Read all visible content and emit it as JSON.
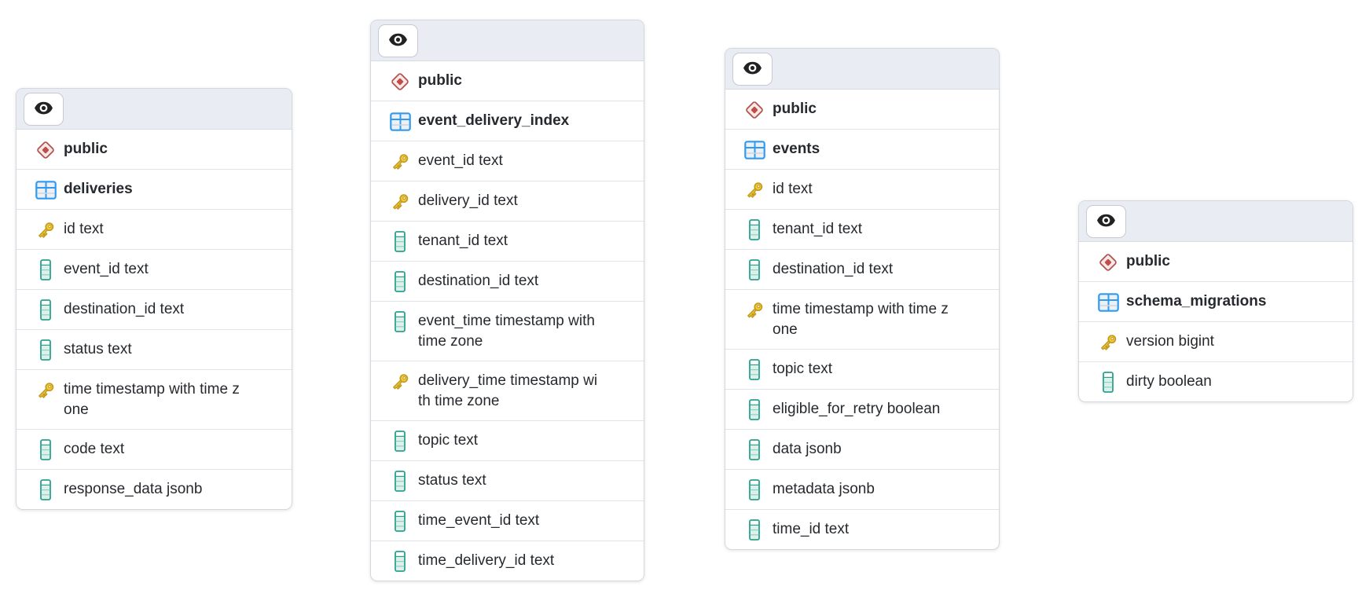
{
  "diagram": {
    "cards": [
      {
        "id": "deliveries",
        "schema_label": "public",
        "table_label": "deliveries",
        "columns": [
          {
            "icon": "key-icon",
            "label": "id text"
          },
          {
            "icon": "column-icon",
            "label": "event_id text"
          },
          {
            "icon": "column-icon",
            "label": "destination_id text"
          },
          {
            "icon": "column-icon",
            "label": "status text"
          },
          {
            "icon": "key-icon",
            "label": "time timestamp with time zone"
          },
          {
            "icon": "column-icon",
            "label": "code text"
          },
          {
            "icon": "column-icon",
            "label": "response_data jsonb"
          }
        ]
      },
      {
        "id": "event_delivery_index",
        "schema_label": "public",
        "table_label": "event_delivery_index",
        "columns": [
          {
            "icon": "key-icon",
            "label": "event_id text"
          },
          {
            "icon": "key-icon",
            "label": "delivery_id text"
          },
          {
            "icon": "column-icon",
            "label": "tenant_id text"
          },
          {
            "icon": "column-icon",
            "label": "destination_id text"
          },
          {
            "icon": "column-icon",
            "label": "event_time timestamp with time zone"
          },
          {
            "icon": "key-icon",
            "label": "delivery_time timestamp with time zone"
          },
          {
            "icon": "column-icon",
            "label": "topic text"
          },
          {
            "icon": "column-icon",
            "label": "status text"
          },
          {
            "icon": "column-icon",
            "label": "time_event_id text"
          },
          {
            "icon": "column-icon",
            "label": "time_delivery_id text"
          }
        ]
      },
      {
        "id": "events",
        "schema_label": "public",
        "table_label": "events",
        "columns": [
          {
            "icon": "key-icon",
            "label": "id text"
          },
          {
            "icon": "column-icon",
            "label": "tenant_id text"
          },
          {
            "icon": "column-icon",
            "label": "destination_id text"
          },
          {
            "icon": "key-icon",
            "label": "time timestamp with time zone"
          },
          {
            "icon": "column-icon",
            "label": "topic text"
          },
          {
            "icon": "column-icon",
            "label": "eligible_for_retry boolean"
          },
          {
            "icon": "column-icon",
            "label": "data jsonb"
          },
          {
            "icon": "column-icon",
            "label": "metadata jsonb"
          },
          {
            "icon": "column-icon",
            "label": "time_id text"
          }
        ]
      },
      {
        "id": "schema_migrations",
        "schema_label": "public",
        "table_label": "schema_migrations",
        "columns": [
          {
            "icon": "key-icon",
            "label": "version bigint"
          },
          {
            "icon": "column-icon",
            "label": "dirty boolean"
          }
        ]
      }
    ],
    "colors": {
      "header_bg": "#e9ecf2",
      "card_border": "#d4d8de",
      "text": "#26292e",
      "key_icon": "#f2ca3b",
      "key_icon_outline": "#c39b1e",
      "table_icon": "#2e9bf0",
      "schema_icon_border": "#b3534e",
      "schema_icon_center": "#c04e48",
      "column_icon": "#2ba18f",
      "eye_icon": "#222222"
    }
  }
}
